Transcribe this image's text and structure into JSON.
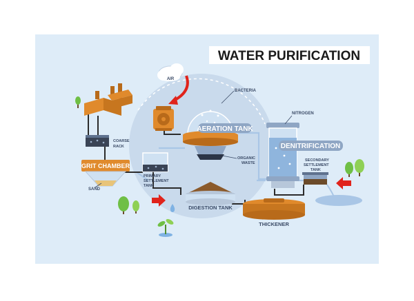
{
  "title": "WATER PURIFICATION",
  "labels": {
    "air": "AIR",
    "bacteria": "BACTERIA",
    "nitrogen": "NITROGEN",
    "aeration_tank": "AERATION TANK",
    "denitrification": "DENITRIFICATION",
    "coarse_rack_line1": "COARSE",
    "coarse_rack_line2": "RACK",
    "grit_chamber": "GRIT CHAMBER",
    "sand": "SAND",
    "primary_line1": "PRIMARY",
    "primary_line2": "SETTLEMENT",
    "primary_line3": "TANK",
    "organic_line1": "ORGANIC",
    "organic_line2": "WASTE",
    "secondary_line1": "SECONDARY",
    "secondary_line2": "SETTLEMENT",
    "secondary_line3": "TANK",
    "digestion_tank": "DIGESTION TANK",
    "thickener": "THICKENER"
  },
  "colors": {
    "panel": "#deecf8",
    "circle": "#c9daec",
    "orange": "#e08a2c",
    "orange_dark": "#b86a1a",
    "brown": "#8b5a2b",
    "pipe": "#2b2b2b",
    "blue_pipe": "#a9c6e6",
    "arrow_red": "#e0231b",
    "label_pill": "#8fa6c4"
  }
}
